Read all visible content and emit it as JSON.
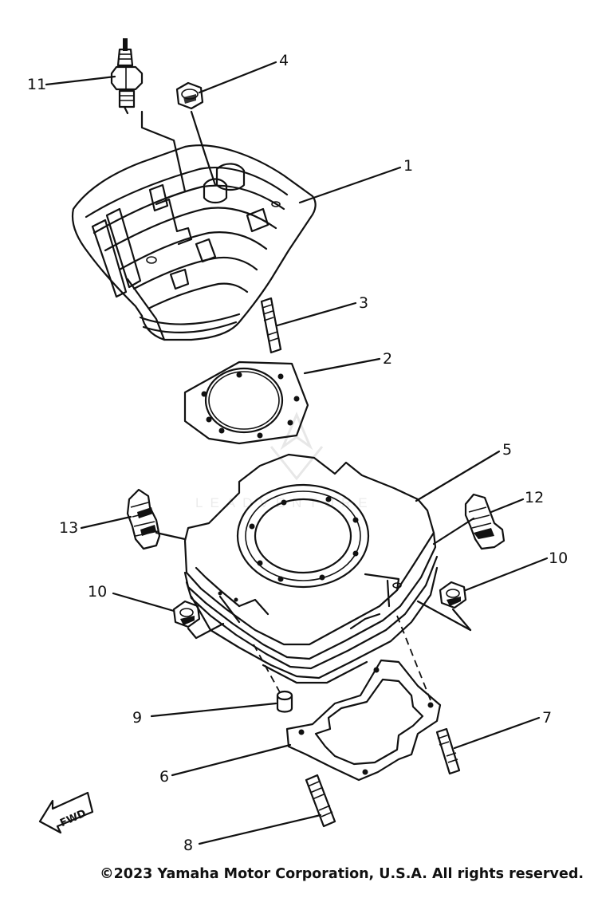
{
  "diagram": {
    "callouts": [
      {
        "id": "11",
        "text": "11"
      },
      {
        "id": "4",
        "text": "4"
      },
      {
        "id": "1",
        "text": "1"
      },
      {
        "id": "3",
        "text": "3"
      },
      {
        "id": "2",
        "text": "2"
      },
      {
        "id": "5",
        "text": "5"
      },
      {
        "id": "12",
        "text": "12"
      },
      {
        "id": "13",
        "text": "13"
      },
      {
        "id": "10a",
        "text": "10"
      },
      {
        "id": "10b",
        "text": "10"
      },
      {
        "id": "9",
        "text": "9"
      },
      {
        "id": "7",
        "text": "7"
      },
      {
        "id": "6",
        "text": "6"
      },
      {
        "id": "8",
        "text": "8"
      }
    ],
    "fwd_label": "FWD",
    "watermark": "LEADVENTURE"
  },
  "footer": {
    "copyright": "©2023 Yamaha Motor Corporation, U.S.A. All rights reserved."
  }
}
